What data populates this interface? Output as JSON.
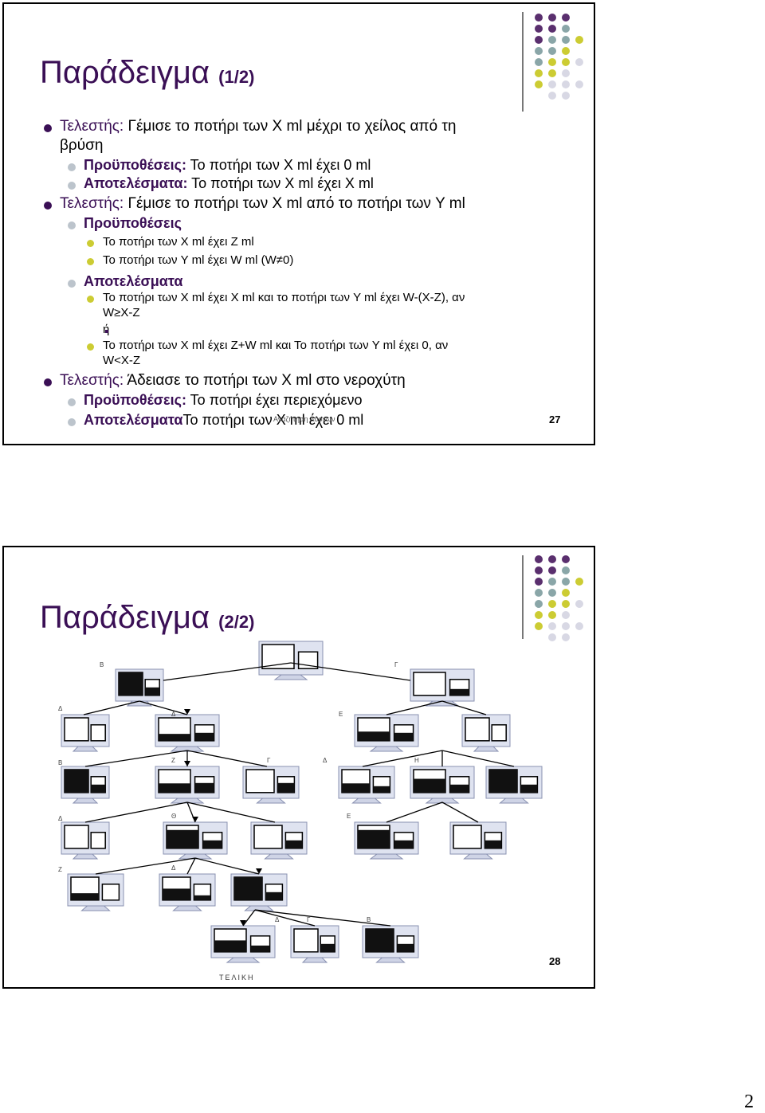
{
  "slide1": {
    "title": "Παράδειγμα",
    "title_suffix": "(1/2)",
    "items": [
      {
        "level": 1,
        "label": "Τελεστής:",
        "text": " Γέμισε το ποτήρι των X ml μέχρι το χείλος από τη"
      },
      {
        "level": 1,
        "label": "",
        "text": "βρύση"
      },
      {
        "level": 2,
        "label": "Προϋποθέσεις:",
        "text": " Το ποτήρι των X ml έχει 0 ml"
      },
      {
        "level": 2,
        "label": "Αποτελέσματα:",
        "text": " Το ποτήρι των X ml έχει X ml"
      },
      {
        "level": 1,
        "label": "Τελεστής:",
        "text": " Γέμισε το ποτήρι των X ml από το ποτήρι των Y ml"
      },
      {
        "level": 2,
        "label": "Προϋποθέσεις",
        "text": ""
      },
      {
        "level": 3,
        "label": "",
        "text": "Το ποτήρι των X ml έχει Z ml"
      },
      {
        "level": 3,
        "label": "",
        "text": "Το ποτήρι των Y ml έχει W ml (W≠0)"
      },
      {
        "level": 2,
        "label": "Αποτελέσματα",
        "text": ""
      },
      {
        "level": 3,
        "label": "",
        "text": "Το ποτήρι των X ml έχει X ml και το ποτήρι των Y ml έχει W-(X-Z), αν"
      },
      {
        "level": 3,
        "label": "",
        "text": "W≥X-Z"
      },
      {
        "level": 4,
        "label": "",
        "text": "ή"
      },
      {
        "level": 3,
        "label": "",
        "text": "Το ποτήρι των X ml έχει Z+W ml και Το ποτήρι των Y ml έχει 0, αν"
      },
      {
        "level": 3,
        "label": "",
        "text": "W<X-Z"
      },
      {
        "level": 1,
        "label": "Τελεστής:",
        "text": " Άδειασε το ποτήρι των X ml στο νεροχύτη"
      },
      {
        "level": 2,
        "label": "Προϋποθέσεις:",
        "text": " Το ποτήρι έχει περιεχόμενο"
      },
      {
        "level": 2,
        "label": "Αποτελέσματα",
        "text": "Το ποτήρι των X ml έχει 0 ml"
      }
    ],
    "footer_overlap": "Αναζήτηση Λύσεων",
    "slide_number": "27"
  },
  "slide2": {
    "title": "Παράδειγμα",
    "title_suffix": "(2/2)",
    "final_label": "ΤΕΛΙΚΗ",
    "slide_number": "28"
  },
  "page_number": "2",
  "colors": {
    "purple": "#3a0f55",
    "gray": "#bcc4cc",
    "olive": "#cccc33"
  }
}
